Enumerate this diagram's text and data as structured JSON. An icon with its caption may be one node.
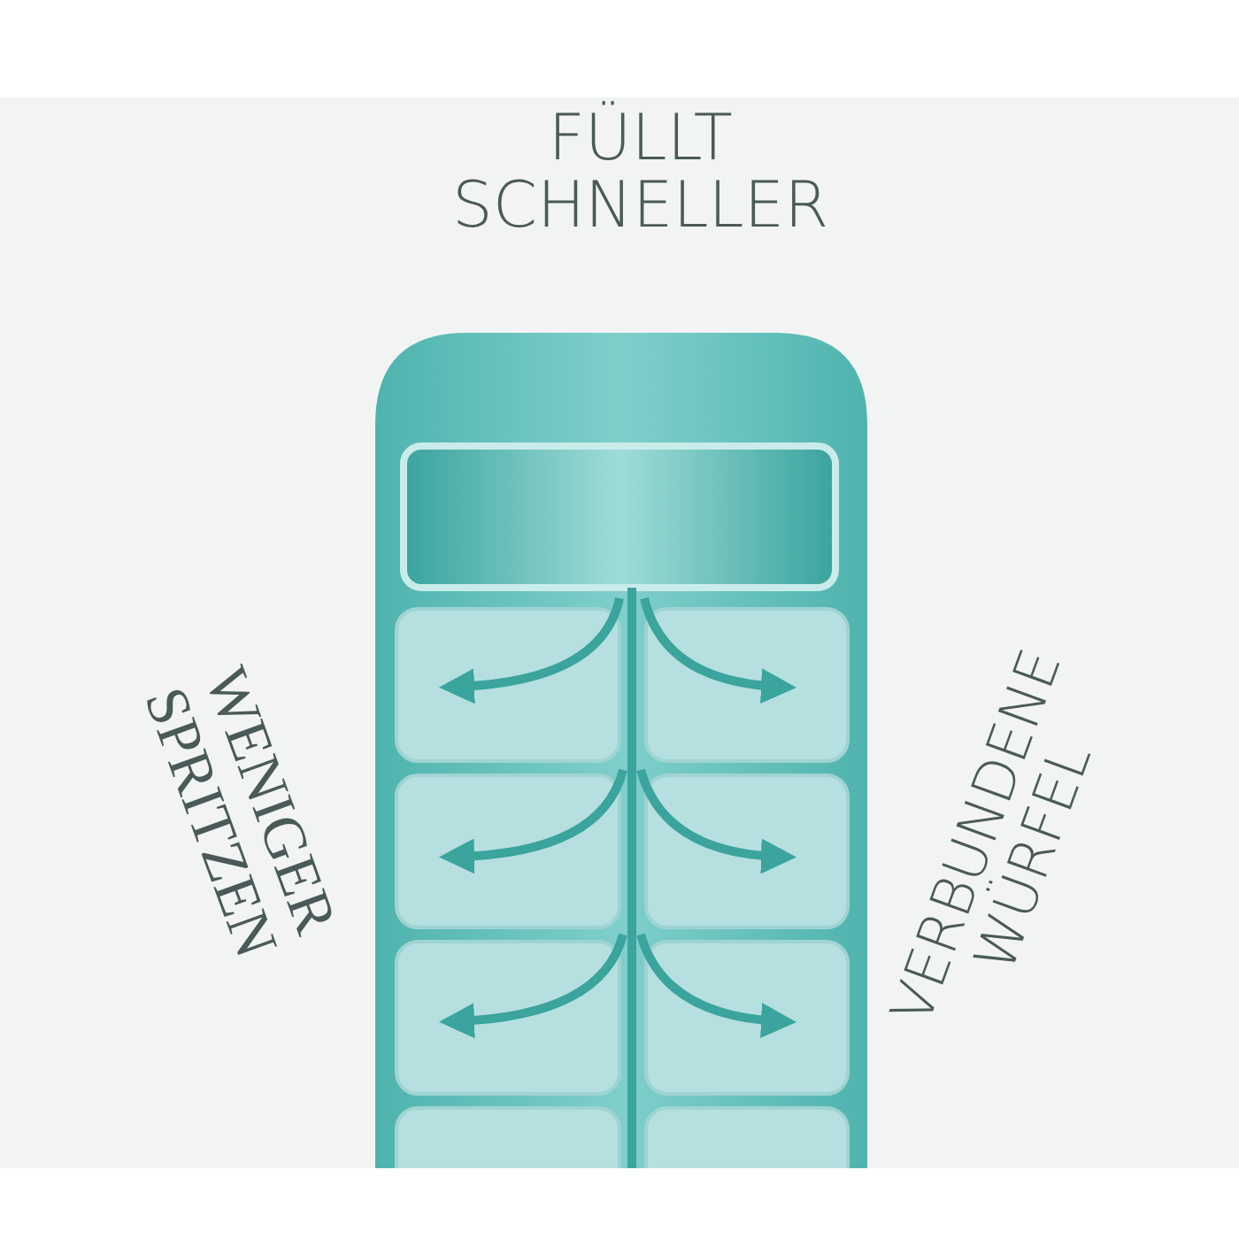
{
  "diagram": {
    "labels": [
      "FÜLLT SCHNELLER",
      "WENIGER SPRITZEN",
      "VERBUNDENE WÜRFEL"
    ]
  }
}
